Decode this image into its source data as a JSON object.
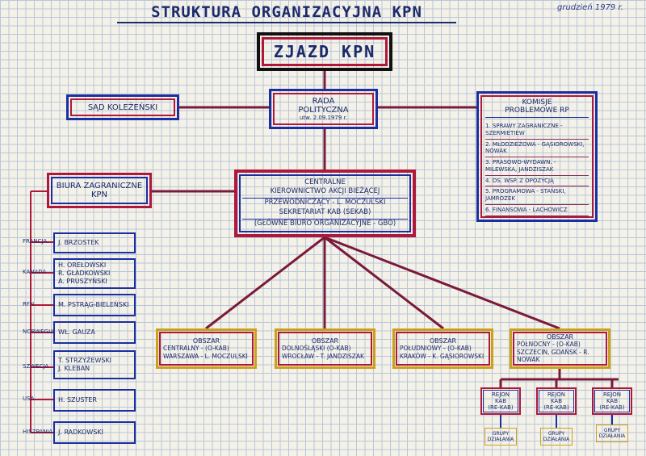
{
  "title": "STRUKTURA ORGANIZACYJNA KPN",
  "corner_note": "grudzień 1979 r.",
  "zjazd": "ZJAZD KPN",
  "rada": {
    "line1": "RADA",
    "line2": "POLITYCZNA",
    "line3": "utw. 2.09.1979 r."
  },
  "sad": "SĄD KOLEŻEŃSKI",
  "komisje": {
    "head1": "KOMISJE",
    "head2": "PROBLEMOWE RP",
    "items": [
      "1. SPRAWY ZAGRANICZNE - SZERMIETIEW",
      "2. MŁODZIEŻOWA - GĄSIOROWSKI, NOWAK",
      "3. PRASOWO-WYDAWN. - MILEWSKA, JANDZISZAK",
      "4. DS. WSP. Z OPOZYCJĄ",
      "5. PROGRAMOWA - STAŃSKI, JAMROZEK",
      "6. FINANSOWA - LACHOWICZ"
    ]
  },
  "biura": {
    "line1": "BIURA ZAGRANICZNE",
    "line2": "KPN"
  },
  "ckab": {
    "line1": "CENTRALNE",
    "line2": "KIEROWNICTWO AKCJI BIEŻĄCEJ",
    "line3": "PRZEWODNICZĄCY - L. MOCZULSKI",
    "line4": "SEKRETARIAT KAB (SEKAB)",
    "line5": "(GŁÓWNE BIURO ORGANIZACYJNE - GBO)"
  },
  "foreign": [
    {
      "country": "FRANCJA",
      "names": "J. BRZOSTEK"
    },
    {
      "country": "KANADA",
      "names": "H. OREŁOWSKI\nR. GŁADKOWSKI\nA. PRUSZYŃSKI"
    },
    {
      "country": "RFN",
      "names": "M. PSTRĄG-BIELEŃSKI"
    },
    {
      "country": "NORWEGIA",
      "names": "WŁ. GAUZA"
    },
    {
      "country": "SZWECJA",
      "names": "T. STRZYŻEWSKI\nJ. KLEBAN"
    },
    {
      "country": "USA",
      "names": "H. SZUSTER"
    },
    {
      "country": "HISZPANIA",
      "names": "J. RADKOWSKI"
    }
  ],
  "obszary": [
    {
      "title": "OBSZAR",
      "name": "CENTRALNY - (O-KAB)",
      "detail": "WARSZAWA - L. MOCZULSKI"
    },
    {
      "title": "OBSZAR",
      "name": "DOLNOŚLĄSKI (O-KAB)",
      "detail": "WROCŁAW - T. JANDZISZAK"
    },
    {
      "title": "OBSZAR",
      "name": "POŁUDNIOWY - (O-KAB)",
      "detail": "KRAKÓW - K. GĄSIOROWSKI"
    },
    {
      "title": "OBSZAR",
      "name": "PÓŁNOCNY - (O-KAB)",
      "detail": "SZCZECIN, GDAŃSK - R. NOWAK"
    }
  ],
  "rejony": [
    {
      "l1": "REJON",
      "l2": "KAB",
      "l3": "(RE-KAB)"
    },
    {
      "l1": "REJON",
      "l2": "KAB",
      "l3": "(RE-KAB)"
    },
    {
      "l1": "REJON",
      "l2": "KAB",
      "l3": "(RE-KAB)"
    }
  ],
  "grupy": [
    {
      "l1": "GRUPY",
      "l2": "DZIAŁANIA"
    },
    {
      "l1": "GRUPY",
      "l2": "DZIAŁANIA"
    },
    {
      "l1": "GRUPY",
      "l2": "DZIAŁANIA"
    }
  ]
}
